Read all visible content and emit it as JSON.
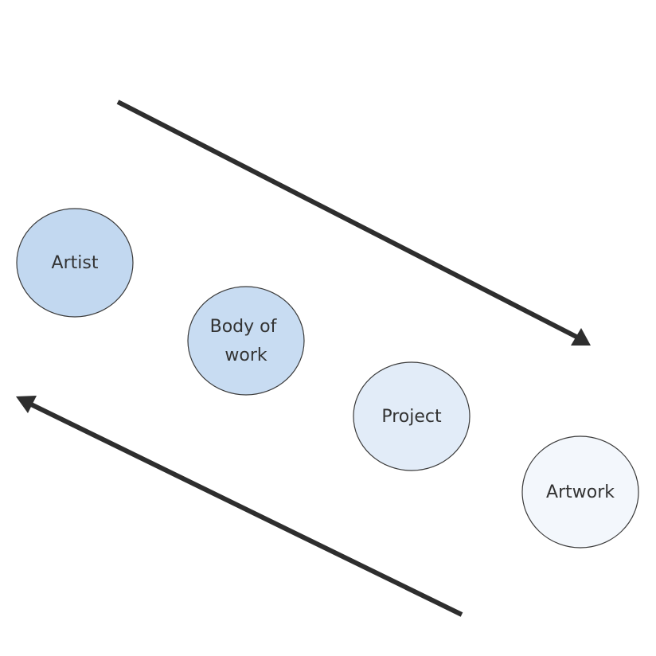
{
  "nodes": [
    {
      "id": "artist",
      "lines": [
        "Artist"
      ],
      "color": "#c2d8f0"
    },
    {
      "id": "body-of-work",
      "lines": [
        "Body of",
        "work"
      ],
      "color": "#c8dcf2"
    },
    {
      "id": "project",
      "lines": [
        "Project"
      ],
      "color": "#e2ecf8"
    },
    {
      "id": "artwork",
      "lines": [
        "Artwork"
      ],
      "color": "#f3f7fc"
    }
  ],
  "arrows": [
    {
      "id": "downward-arrow",
      "direction": "down-right"
    },
    {
      "id": "upward-arrow",
      "direction": "up-left"
    }
  ],
  "colors": {
    "stroke": "#3a3a3a",
    "arrow": "#2e2e2e",
    "text": "#333333"
  }
}
